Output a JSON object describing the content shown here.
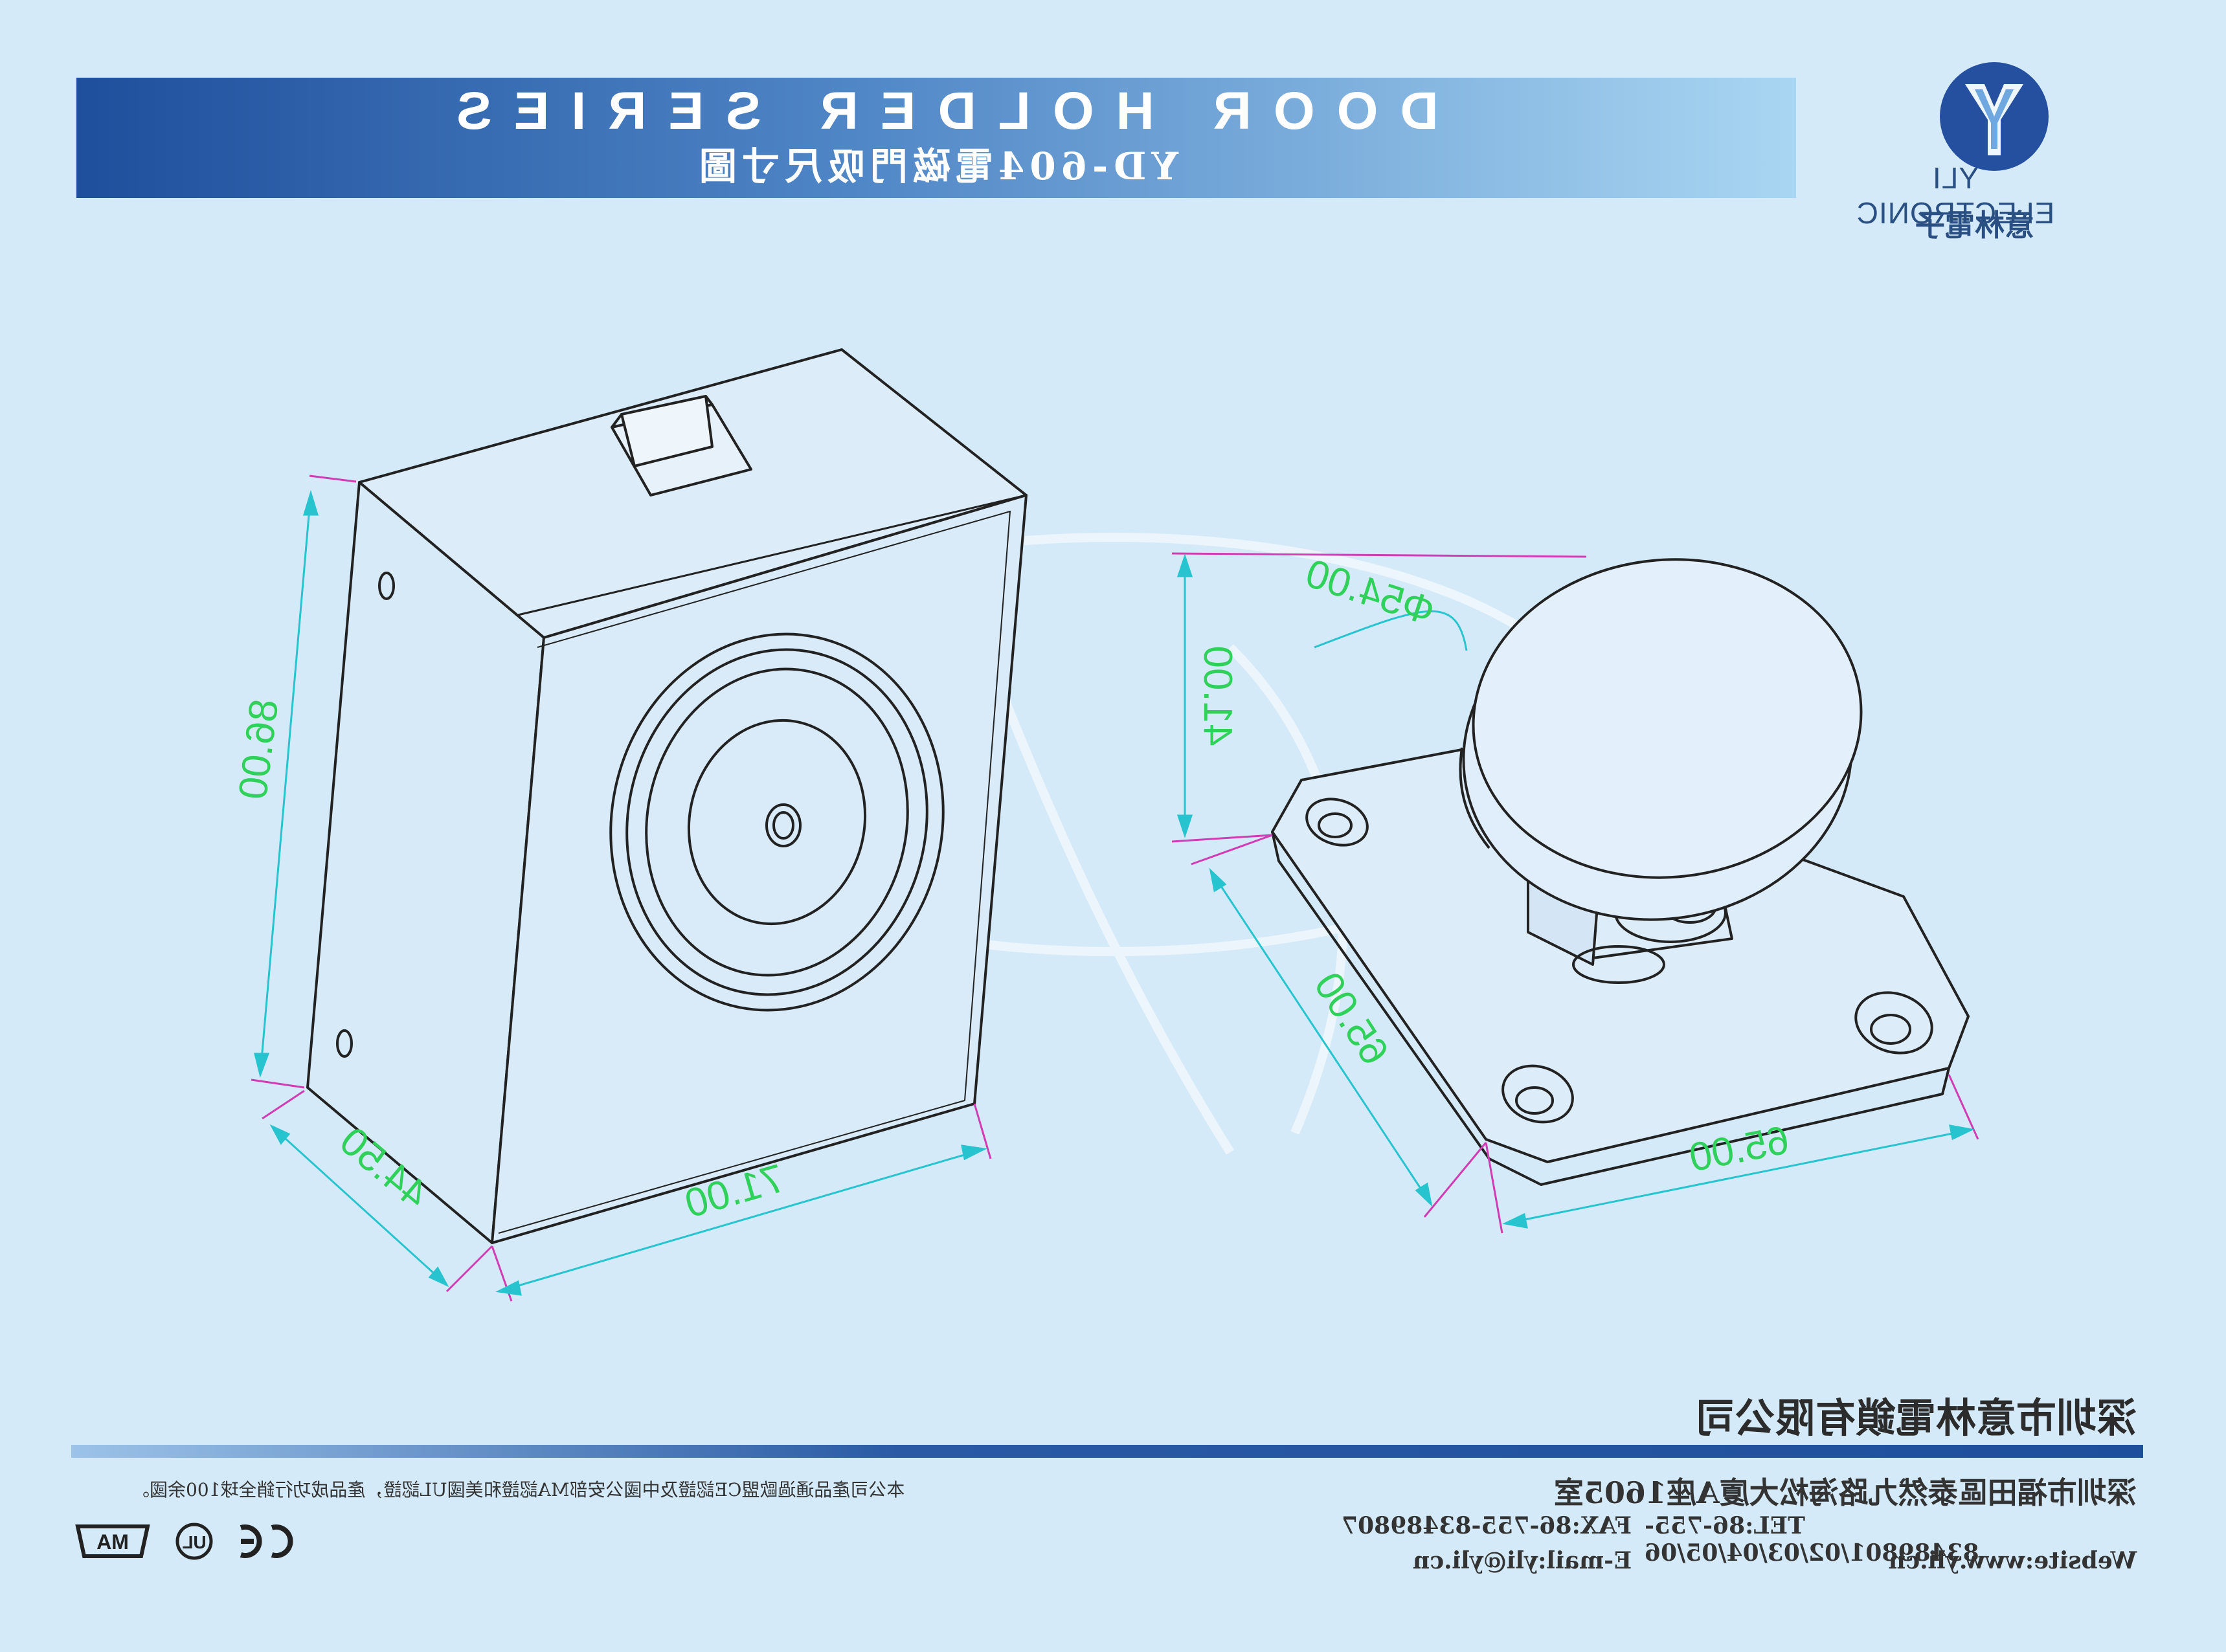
{
  "header": {
    "title": "DOOR HOLDER SERIES",
    "subtitle": "YD-604電磁門吸尺寸圖"
  },
  "logo": {
    "name_en": "YLI ELECTRONIC",
    "name_cn": "意林電子"
  },
  "dimensions": {
    "height": "86.00",
    "depth": "44.50",
    "width": "71.00",
    "plate_diameter": "Φ54.00",
    "plate_height": "41.00",
    "base_depth": "65.00",
    "base_width": "65.00"
  },
  "footer": {
    "company": "深圳市意林電鎖有限公司",
    "address": "深圳市福田區泰然九路海松大廈A座1605室",
    "tel": "TEL:86-755-83489801/02/03/04/05/06",
    "fax": "FAX:86-755-83489807",
    "website": "Website:www.yli.cn",
    "email": "E-mail:yli@yli.cn",
    "notice": "本公司產品通過歐盟CE認證及中國公安部MA認證和美國UL認證，產品成功行銷全球100余國。"
  },
  "certifications": [
    "MA",
    "UL",
    "CE"
  ],
  "colors": {
    "background": "#d5eaf8",
    "header_dark": "#1e4f9c",
    "header_light": "#a9d6f2",
    "dimension_text": "#2fd15a",
    "dimension_line": "#27c4cf",
    "extension_line": "#d03cb4"
  }
}
